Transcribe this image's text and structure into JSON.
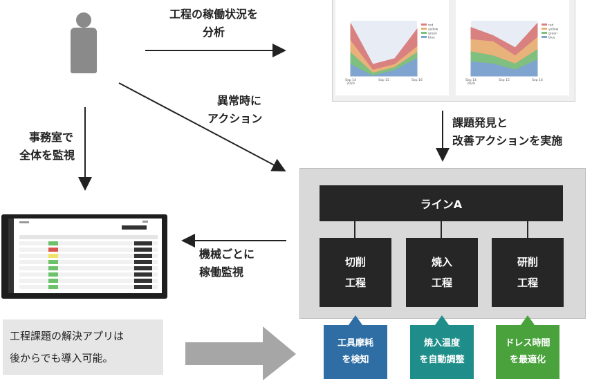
{
  "labels": {
    "analyze_line1": "工程の稼働状況を",
    "analyze_line2": "分析",
    "office_line1": "事務室で",
    "office_line2": "全体を監視",
    "anomaly_line1": "異常時に",
    "anomaly_line2": "アクション",
    "issue_line1": "課題発見と",
    "issue_line2": "改善アクションを実施",
    "machine_line1": "機械ごとに",
    "machine_line2": "稼働監視"
  },
  "factory": {
    "line_title": "ラインA",
    "processes": [
      {
        "line1": "切削",
        "line2": "工程"
      },
      {
        "line1": "焼入",
        "line2": "工程"
      },
      {
        "line1": "研削",
        "line2": "工程"
      }
    ]
  },
  "callouts": [
    {
      "line1": "工具摩耗",
      "line2": "を検知",
      "color": "#2f6ea5"
    },
    {
      "line1": "焼入温度",
      "line2": "を自動調整",
      "color": "#1f8e8a"
    },
    {
      "line1": "ドレス時間",
      "line2": "を最適化",
      "color": "#4aa23c"
    }
  ],
  "note": {
    "line1": "工程課題の解決アプリは",
    "line2": "後からでも導入可能。"
  },
  "colors": {
    "dark": "#262626",
    "factory_bg": "#d9d9d9",
    "person": "#8a8a8a",
    "big_arrow": "#a6a6a6"
  },
  "chart_data": [
    {
      "type": "area",
      "x": [
        "Sep 14\n2020",
        "Sep 15",
        "Sep 16"
      ],
      "series": [
        {
          "name": "red",
          "values": [
            0.9,
            0.2,
            0.3,
            0.8
          ]
        },
        {
          "name": "yellow",
          "values": [
            0.6,
            0.1,
            0.2,
            0.5
          ]
        },
        {
          "name": "green",
          "values": [
            0.4,
            0.05,
            0.15,
            0.4
          ]
        },
        {
          "name": "blue",
          "values": [
            0.2,
            0.0,
            0.1,
            0.3
          ]
        }
      ]
    },
    {
      "type": "area",
      "x": [
        "Sep 14\n2020",
        "Sep 15",
        "Sep 16"
      ],
      "series": [
        {
          "name": "red",
          "values": [
            2.4,
            2.0,
            1.4,
            2.6
          ]
        },
        {
          "name": "yellow",
          "values": [
            1.8,
            1.7,
            1.0,
            1.9
          ]
        },
        {
          "name": "green",
          "values": [
            1.2,
            1.0,
            0.6,
            1.3
          ]
        },
        {
          "name": "blue",
          "values": [
            0.7,
            0.6,
            0.3,
            0.8
          ]
        }
      ]
    }
  ]
}
